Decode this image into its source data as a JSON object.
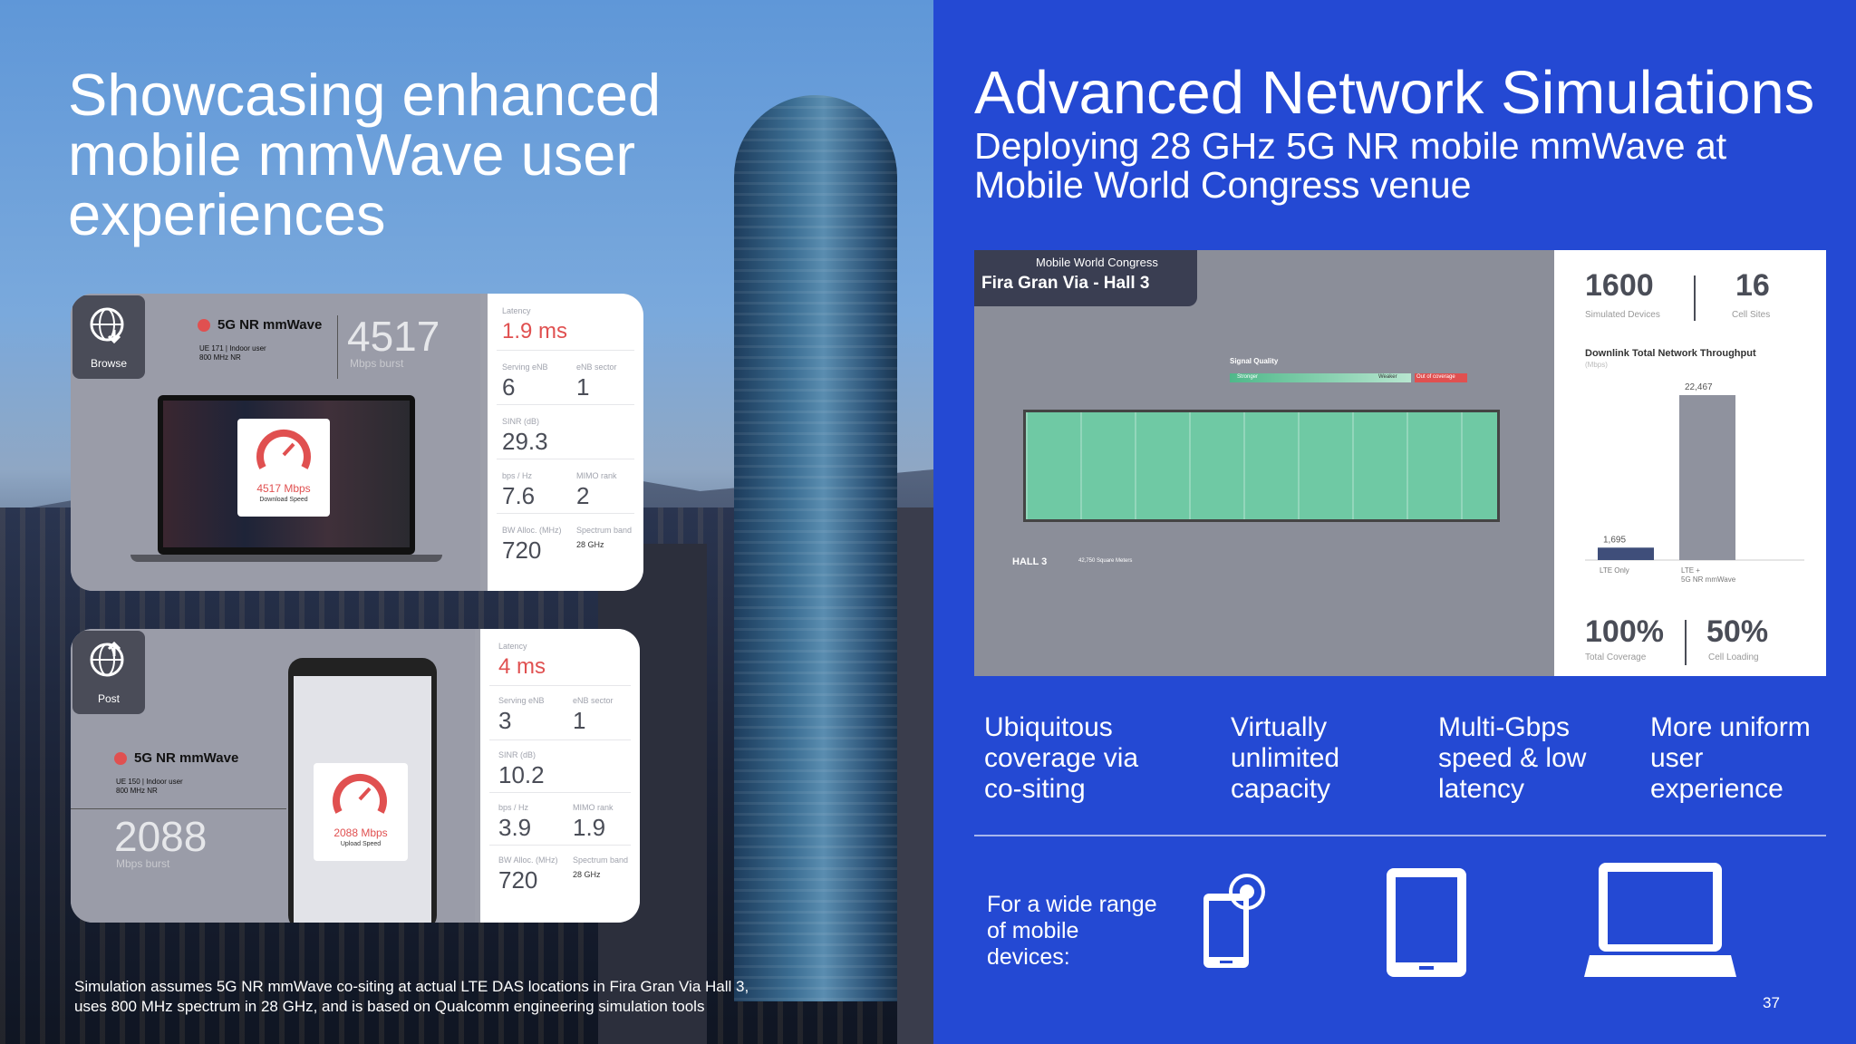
{
  "left": {
    "title": "Showcasing enhanced mobile mmWave user experiences",
    "card1": {
      "icon_label": "Browse",
      "network": "5G NR mmWave",
      "ue_line1": "UE 171 | Indoor user",
      "ue_line2": "800 MHz NR",
      "big_value": "4517",
      "big_unit": "Mbps burst",
      "gauge_value": "4517 Mbps",
      "gauge_label": "Download Speed",
      "latency_label": "Latency",
      "latency_value": "1.9 ms",
      "serving_label": "Serving eNB",
      "serving_value": "6",
      "sector_label": "eNB sector",
      "sector_value": "1",
      "sinr_label": "SINR (dB)",
      "sinr_value": "29.3",
      "bps_label": "bps / Hz",
      "bps_value": "7.6",
      "mimo_label": "MIMO rank",
      "mimo_value": "2",
      "bw_label": "BW Alloc. (MHz)",
      "bw_value": "720",
      "band_label": "Spectrum band",
      "band_value": "28 GHz"
    },
    "card2": {
      "icon_label": "Post",
      "network": "5G NR mmWave",
      "ue_line1": "UE 150 | Indoor user",
      "ue_line2": "800 MHz NR",
      "big_value": "2088",
      "big_unit": "Mbps burst",
      "gauge_value": "2088 Mbps",
      "gauge_label": "Upload Speed",
      "latency_label": "Latency",
      "latency_value": "4 ms",
      "serving_label": "Serving eNB",
      "serving_value": "3",
      "sector_label": "eNB sector",
      "sector_value": "1",
      "sinr_label": "SINR (dB)",
      "sinr_value": "10.2",
      "bps_label": "bps / Hz",
      "bps_value": "3.9",
      "mimo_label": "MIMO rank",
      "mimo_value": "1.9",
      "bw_label": "BW Alloc. (MHz)",
      "bw_value": "720",
      "band_label": "Spectrum band",
      "band_value": "28 GHz"
    },
    "footnote": "Simulation assumes 5G NR mmWave co-siting at actual LTE DAS locations in Fira Gran Via Hall 3, uses 800 MHz spectrum in 28 GHz, and is based on Qualcomm engineering simulation tools"
  },
  "right": {
    "title": "Advanced Network Simulations",
    "subtitle": "Deploying 28 GHz 5G NR mobile mmWave at Mobile World Congress venue",
    "sim": {
      "venue_top": "Mobile World Congress",
      "venue_name": "Fira Gran Via - Hall 3",
      "signal_label": "Signal Quality",
      "stronger": "Stronger",
      "weaker": "Weaker",
      "out": "Out of coverage",
      "hall": "HALL 3",
      "area": "42,750 Square Meters",
      "devices_value": "1600",
      "devices_label": "Simulated Devices",
      "cells_value": "16",
      "cells_label": "Cell Sites",
      "chart_title": "Downlink Total Network Throughput",
      "chart_unit": "(Mbps)",
      "coverage_value": "100%",
      "coverage_label": "Total Coverage",
      "loading_value": "50%",
      "loading_label": "Cell Loading"
    },
    "features": [
      "Ubiquitous coverage via co-siting",
      "Virtually unlimited capacity",
      "Multi-Gbps speed & low latency",
      "More uniform user experience"
    ],
    "devices_text": "For a wide range of mobile devices:",
    "page_number": "37"
  },
  "chart_data": {
    "type": "bar",
    "title": "Downlink Total Network Throughput",
    "ylabel": "(Mbps)",
    "categories": [
      "LTE Only",
      "LTE + 5G NR mmWave"
    ],
    "values": [
      1695,
      22467
    ],
    "data_labels": [
      "1,695",
      "22,467"
    ],
    "ylim": [
      0,
      22467
    ],
    "colors": [
      "#3f4e7a",
      "#8f929e"
    ]
  },
  "colors": {
    "brand_blue": "#2449d3",
    "accent_red": "#e05050",
    "coverage_green": "#6fc9a4"
  }
}
